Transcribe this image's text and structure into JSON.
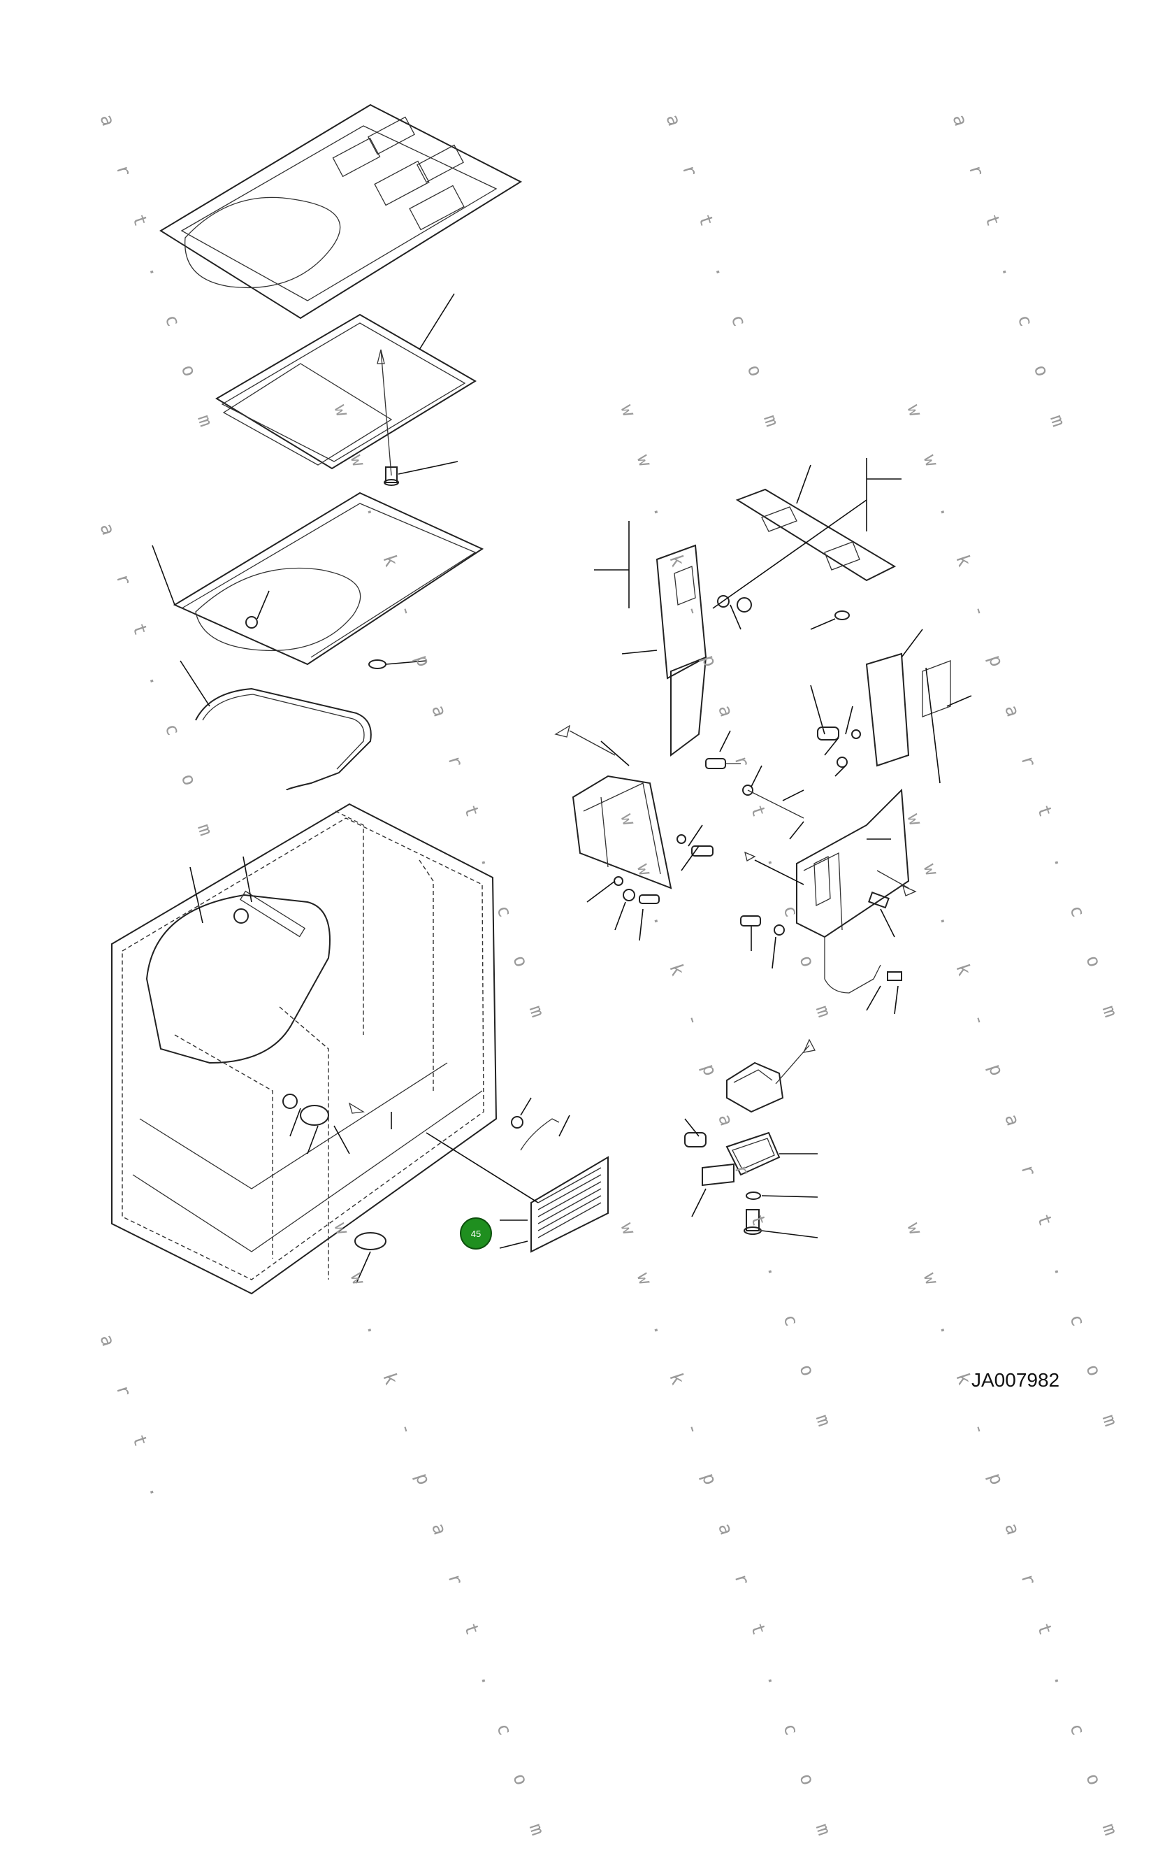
{
  "drawing": {
    "id": "JA007982",
    "callouts": [
      {
        "label": "45"
      }
    ],
    "watermarks": {
      "short": "a r t . c o m",
      "long": "w w . k - p a r t . c o m",
      "fragment": "a r t ."
    }
  },
  "colors": {
    "line": "#222222",
    "callout_fill": "#1f8f1f",
    "watermark": "#9a9a9a"
  }
}
